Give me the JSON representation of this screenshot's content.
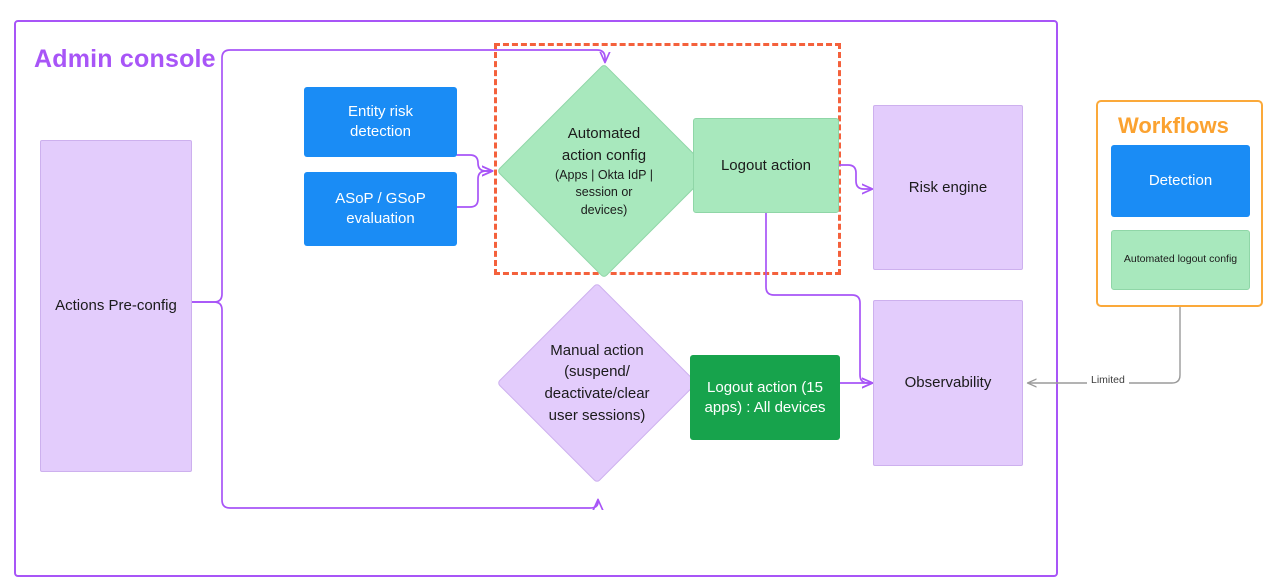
{
  "diagram": {
    "title": "Admin console",
    "accent_purple": "#a855f7",
    "accent_orange": "#fba230",
    "dashed_orange": "#f4613c",
    "blue": "#1a8cf5",
    "green_light": "#a8e8bd",
    "green_dark": "#17a34c",
    "purple_fill": "#e3ccfc"
  },
  "nodes": {
    "actions_preconfig": "Actions Pre-config",
    "entity_risk_detection": "Entity risk\ndetection",
    "asop_gsop_evaluation": "ASoP / GSoP\nevaluation",
    "automated_action_config_main": "Automated\naction config",
    "automated_action_config_sub": "(Apps | Okta IdP |\nsession or\ndevices)",
    "logout_action": "Logout action",
    "risk_engine": "Risk engine",
    "manual_action": "Manual action\n(suspend/\ndeactivate/clear\nuser sessions)",
    "logout_action_apps": "Logout action (15\napps) : All devices",
    "observability": "Observability"
  },
  "workflows": {
    "title": "Workflows",
    "detection": "Detection",
    "automated_logout_config": "Automated logout config"
  },
  "edges": {
    "limited": "Limited"
  }
}
